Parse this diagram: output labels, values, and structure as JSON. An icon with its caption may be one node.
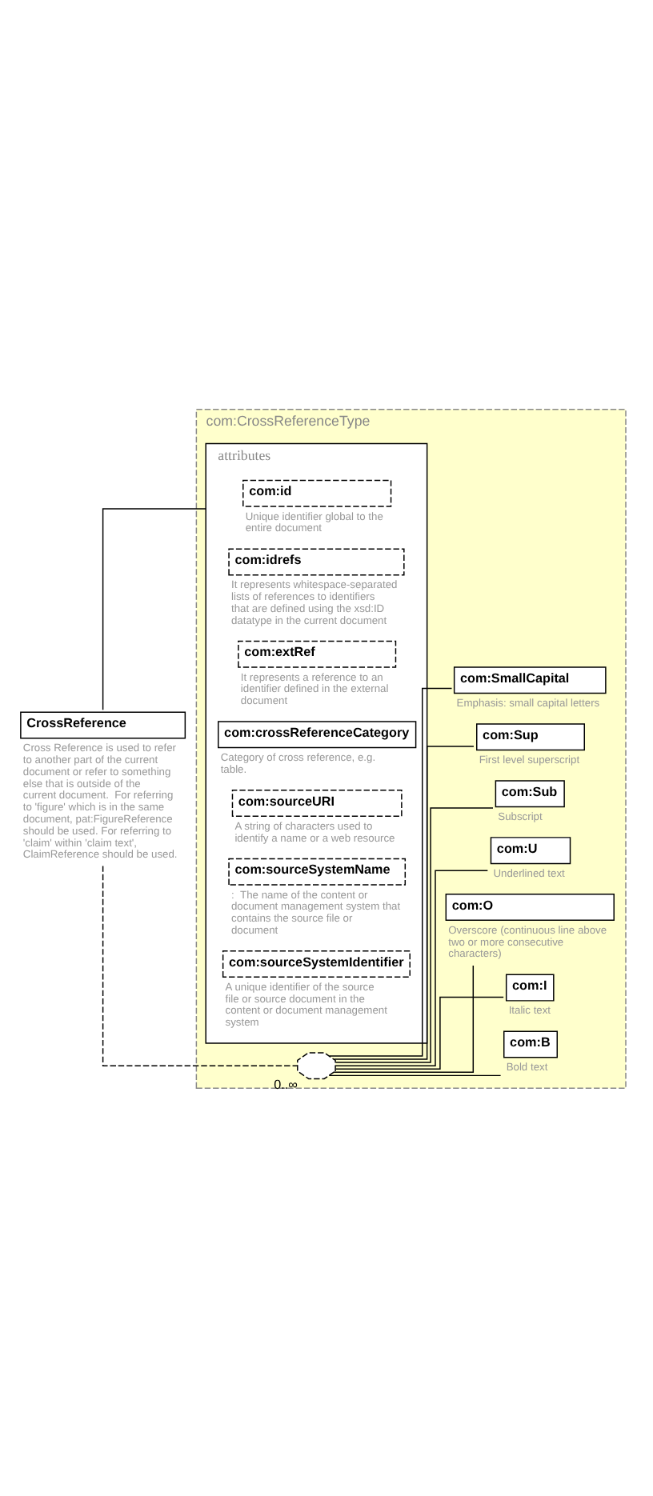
{
  "diagram": {
    "nodes": [
      {
        "text": [
          "CrossReference"
        ],
        "beside": [
          "Cross Reference is used to refer to another part of the current document or refer to something else that is outside of the current document.  For referring to 'figure' which is in the same document, pat:FigureReference should be used. For referring to 'claim' within 'claim text', ClaimReference should be used."
        ]
      },
      {
        "text": [
          "com:CrossReferenceType"
        ]
      },
      {
        "text": [
          "attributes"
        ],
        "in": 1
      },
      {
        "text": [
          "com:id"
        ],
        "in": 2,
        "beside": [
          "Unique identifier global to the entire document"
        ]
      },
      {
        "text": [
          "com:idrefs"
        ],
        "in": 2,
        "beside": [
          "It represents whitespace-separated lists of references to identifiers that are defined using the xsd:ID datatype in the current document"
        ]
      },
      {
        "text": [
          "com:extRef"
        ],
        "in": 2,
        "beside": [
          "It represents a reference to an identifier defined in the external document"
        ]
      },
      {
        "text": [
          "com:crossReferenceCategory"
        ],
        "in": 2,
        "beside": [
          "Category of cross reference, e.g. table."
        ]
      },
      {
        "text": [
          "com:sourceURI"
        ],
        "in": 2,
        "beside": [
          "A string of characters used to identify a name or a web resource"
        ]
      },
      {
        "text": [
          "com:sourceSystemName"
        ],
        "in": 2,
        "beside": [
          ":  The name of the content or document management system that contains the source file or document"
        ]
      },
      {
        "text": [
          "com:sourceSystemIdentifier"
        ],
        "in": 2,
        "beside": [
          "A unique identifier of the source file or source document in the content or document management system"
        ]
      },
      {
        "text": [],
        "shape": "octagon",
        "in": 1,
        "beside": [
          "0..∞"
        ]
      },
      {
        "text": [
          "com:B"
        ],
        "in": 1,
        "beside": [
          "Bold text"
        ]
      },
      {
        "text": [
          "com:I"
        ],
        "in": 1,
        "beside": [
          "Italic text"
        ]
      },
      {
        "text": [
          "com:O"
        ],
        "in": 1,
        "beside": [
          "Overscore (continuous line above two or more consecutive characters)"
        ]
      },
      {
        "text": [
          "com:U"
        ],
        "in": 1,
        "beside": [
          "Underlined text"
        ]
      },
      {
        "text": [
          "com:Sub"
        ],
        "in": 1,
        "beside": [
          "Subscript"
        ]
      },
      {
        "text": [
          "com:Sup"
        ],
        "in": 1,
        "beside": [
          "First level superscript"
        ]
      },
      {
        "text": [
          "com:SmallCapital"
        ],
        "in": 1,
        "beside": [
          "Emphasis: small capital letters"
        ]
      }
    ],
    "edges": [
      {
        "from": 0,
        "to": 2,
        "arrow": "none"
      },
      {
        "from": 0,
        "to": 10,
        "arrow": "none",
        "style": "dashed"
      },
      {
        "from": 10,
        "to": 11,
        "arrow": "none"
      },
      {
        "from": 10,
        "to": 12,
        "arrow": "none"
      },
      {
        "from": 10,
        "to": 13,
        "arrow": "none"
      },
      {
        "from": 10,
        "to": 14,
        "arrow": "none"
      },
      {
        "from": 10,
        "to": 15,
        "arrow": "none"
      },
      {
        "from": 10,
        "to": 16,
        "arrow": "none"
      },
      {
        "from": 10,
        "to": 17,
        "arrow": "none"
      }
    ]
  }
}
